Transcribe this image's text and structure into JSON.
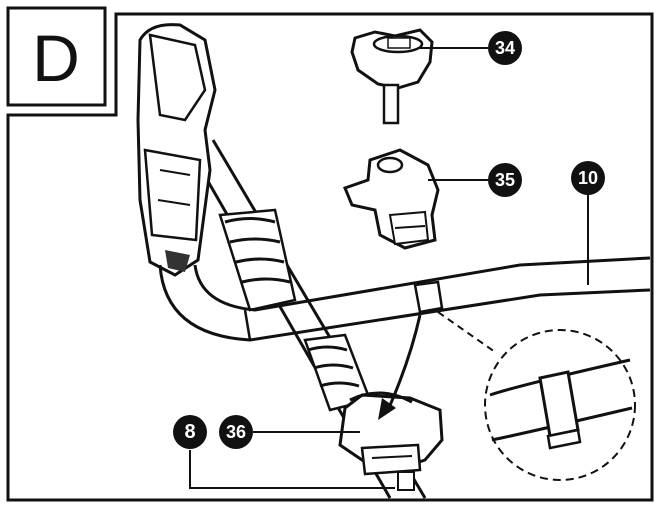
{
  "step_letter": "D",
  "callouts": [
    {
      "id": "34",
      "label": "34"
    },
    {
      "id": "35",
      "label": "35"
    },
    {
      "id": "10",
      "label": "10"
    },
    {
      "id": "36",
      "label": "36"
    },
    {
      "id": "8",
      "label": "8"
    }
  ],
  "colors": {
    "ink": "#111111",
    "paper": "#ffffff",
    "shade": "#555555"
  }
}
